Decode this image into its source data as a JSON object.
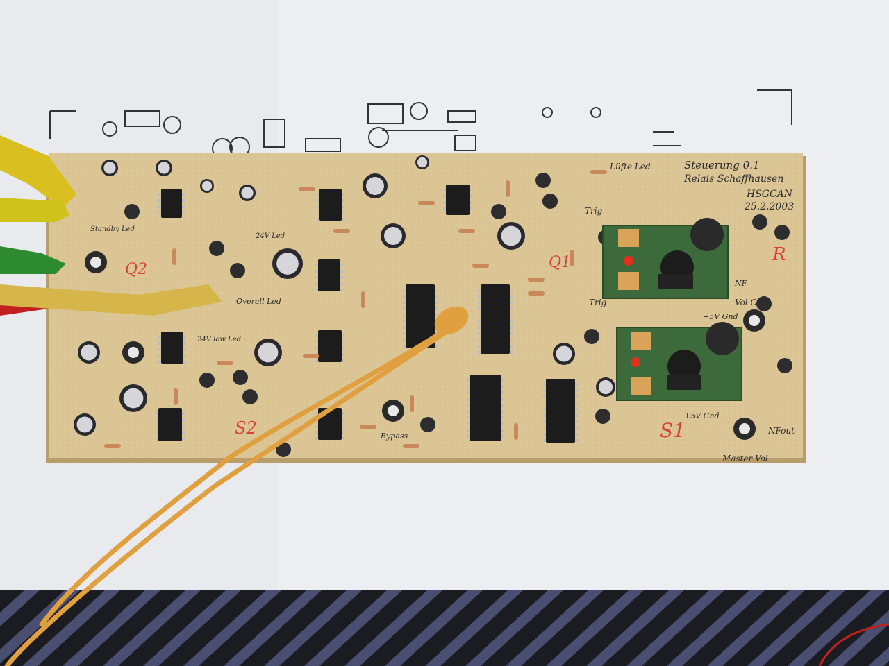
{
  "scene": {
    "kind": "photograph",
    "subject": "populated-pcb-with-test-clips",
    "colors": {
      "paper": "#eceef2",
      "board": "#dbc594",
      "board_shadow": "#b89c6a",
      "ink": "#2a2a2a",
      "red_ink": "#d8403a",
      "wire": "#e0a040",
      "mat_dark": "#1b1b22",
      "mat_stripe": "#4a4e70",
      "module_green": "#3d6a3a"
    }
  },
  "labels": {
    "title_line1": "Steuerung 0.1",
    "title_line2": "Relais Schaffhausen",
    "author": "HSGCAN",
    "date": "25.2.2003",
    "luefter_led": "Lüfte Led",
    "trig_top": "Trig",
    "trig_bottom": "Trig",
    "nf": "NF",
    "vol_ctrl": "Vol Ctl",
    "gnd_5v_top": "+5V Gnd",
    "gnd_5v_bottom": "+5V Gnd",
    "nfout": "NFout",
    "master_vol": "Master Vol",
    "overall_led": "Overall Led",
    "led_24v": "24V Led",
    "led_24v_low": "24V low Led",
    "standby_led": "Standby Led",
    "bypass": "Bypass",
    "r_right": "R",
    "s1": "S1",
    "s2": "S2",
    "q1": "Q1",
    "q2": "Q2"
  }
}
